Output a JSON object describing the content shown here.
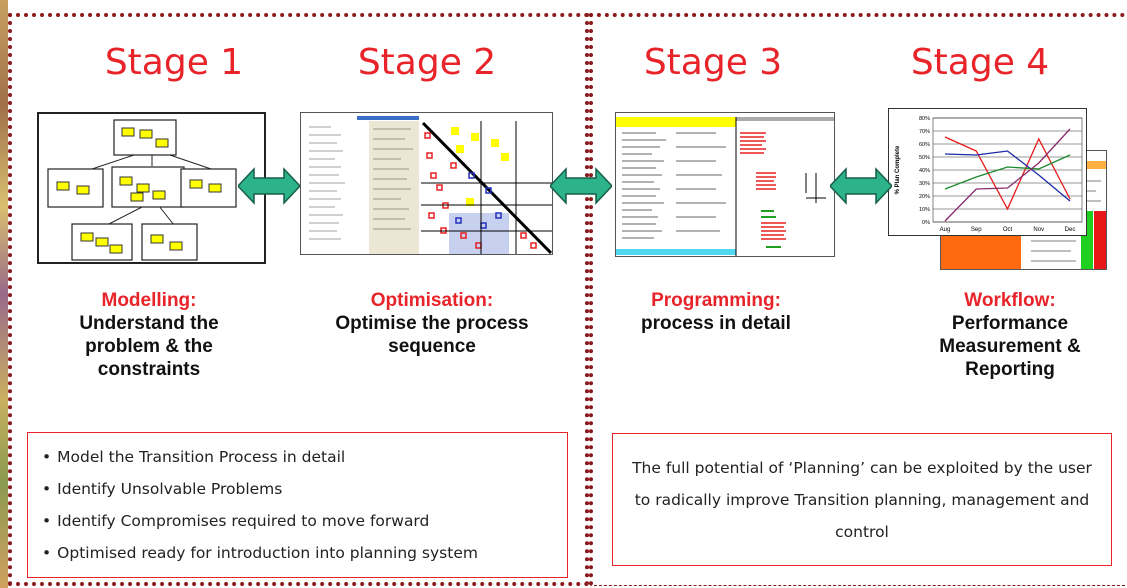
{
  "stages": [
    {
      "title": "Stage 1",
      "caption_head": "Modelling:",
      "caption_body": "Understand the problem & the constraints",
      "image": "process-model-diagram"
    },
    {
      "title": "Stage 2",
      "caption_head": "Optimisation:",
      "caption_body": "Optimise the process sequence",
      "image": "dependency-matrix-screenshot"
    },
    {
      "title": "Stage 3",
      "caption_head": "Programming:",
      "caption_body": "process in detail",
      "image": "programme-schedule-screenshot"
    },
    {
      "title": "Stage 4",
      "caption_head": "Workflow:",
      "caption_body": "Performance Measurement & Reporting",
      "image": "performance-chart-screenshot"
    }
  ],
  "left_bullets": [
    "Model the Transition Process in detail",
    "Identify Unsolvable Problems",
    "Identify Compromises required to move forward",
    "Optimised ready for introduction into planning system"
  ],
  "right_note": "The full potential of ‘Planning’ can be exploited by the user to radically improve Transition planning, management and control",
  "mini_chart": {
    "ylabel": "% Plan Complete",
    "yticks": [
      "80%",
      "70%",
      "60%",
      "50%",
      "40%",
      "30%",
      "20%",
      "10%",
      "0%"
    ],
    "xticks": [
      "Aug",
      "Sep",
      "Oct",
      "Nov",
      "Dec"
    ]
  },
  "colors": {
    "accent": "#e8242a",
    "border": "#8b1a1a",
    "arrow": "#2db38a"
  }
}
